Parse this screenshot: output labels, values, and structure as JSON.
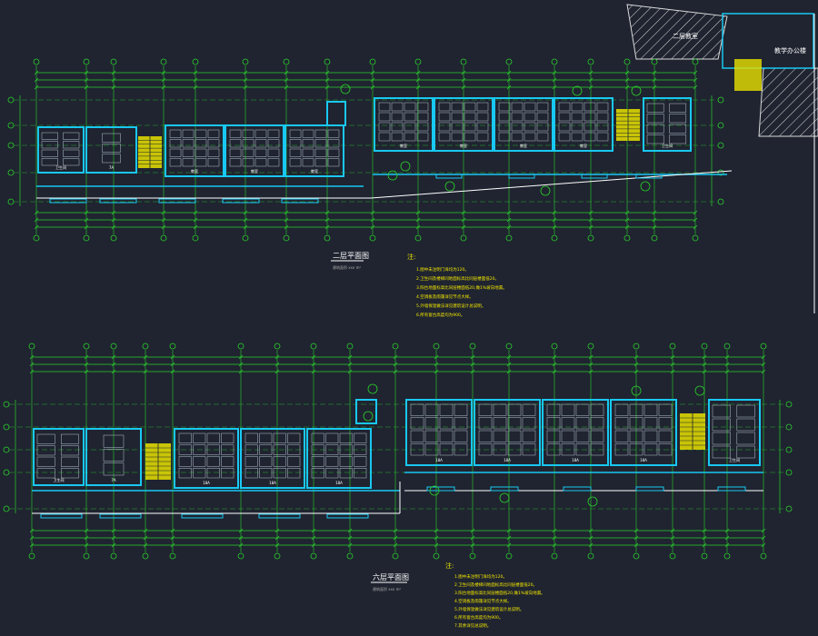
{
  "plans": [
    {
      "id": "upper",
      "title": "二层平面图",
      "scale_note": "建筑面积 xxx m²"
    },
    {
      "id": "lower",
      "title": "六层平面图",
      "scale_note": "建筑面积 xxx m²"
    }
  ],
  "notes": [
    {
      "id": "upper",
      "heading": "注:",
      "lines": [
        "1.图中未注明门垛均为120。",
        "2.卫生间及楼梯间地面标高比同层楼面低20。",
        "3.阳台地面标高比同层楼面低20,做1%坡向地漏。",
        "4.空调板及雨篷详见节点大样。",
        "5.外墙保温做法详见建筑设计总说明。",
        "6.所有窗台高度均为900。"
      ]
    },
    {
      "id": "lower",
      "heading": "注:",
      "lines": [
        "1.图中未注明门垛均为120。",
        "2.卫生间及楼梯间地面标高比同层楼面低20。",
        "3.阳台地面标高比同层楼面低20,做1%坡向地漏。",
        "4.空调板及雨篷详见节点大样。",
        "5.外墙保温做法详见建筑设计总说明。",
        "6.所有窗台高度均为900。",
        "7.其余详见总说明。"
      ]
    }
  ],
  "room_labels": {
    "upper": [
      "卫生间",
      "7A",
      "教室",
      "教室",
      "教室",
      "教室",
      "教室",
      "教室",
      "教室",
      "卫生间"
    ],
    "lower": [
      "卫生间",
      "7A",
      "18A",
      "18A",
      "18A",
      "18A",
      "18A",
      "18A",
      "18A",
      "卫生间"
    ]
  },
  "corner_labels": [
    "二层教室",
    "教学办公楼"
  ],
  "colors": {
    "background": "#1f2430",
    "grid": "#2bd12b",
    "wall": "#19c8f2",
    "note": "#f2e600",
    "text": "#ffffff",
    "furniture": "#b8c4d2",
    "hatch": "#d9d9d9"
  }
}
